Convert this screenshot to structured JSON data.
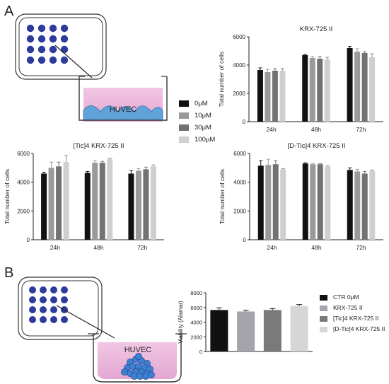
{
  "panels": {
    "a": "A",
    "b": "B"
  },
  "illustrations": {
    "label_top": "HUVEC",
    "label_bottom": "HUVEC"
  },
  "legend_a": [
    {
      "label": "0μM",
      "color": "#111111"
    },
    {
      "label": "10μM",
      "color": "#9a9a9a"
    },
    {
      "label": "30μM",
      "color": "#727272"
    },
    {
      "label": "100μM",
      "color": "#cfcfcf"
    }
  ],
  "legend_b": [
    {
      "label": "CTR 0μM",
      "color": "#111111"
    },
    {
      "label": "KRX-725 II",
      "color": "#a5a3ab"
    },
    {
      "label": "[Tic]4 KRX-725 II",
      "color": "#7a7a7a"
    },
    {
      "label": "[D-Tic]4 KRX-725 II",
      "color": "#d6d6d6"
    }
  ],
  "chart_data": [
    {
      "id": "krx",
      "type": "bar",
      "title": "KRX-725 II",
      "ylabel": "Total number of cells",
      "xlabel": "",
      "categories": [
        "24h",
        "48h",
        "72h"
      ],
      "ylim": [
        0,
        6000
      ],
      "yticks": [
        0,
        2000,
        4000,
        6000
      ],
      "series": [
        {
          "name": "0μM",
          "values": [
            3650,
            4700,
            5200
          ],
          "errors": [
            150,
            60,
            120
          ]
        },
        {
          "name": "10μM",
          "values": [
            3500,
            4500,
            4950
          ],
          "errors": [
            200,
            100,
            200
          ]
        },
        {
          "name": "30μM",
          "values": [
            3600,
            4450,
            4850
          ],
          "errors": [
            150,
            150,
            100
          ]
        },
        {
          "name": "100μM",
          "values": [
            3600,
            4400,
            4550
          ],
          "errors": [
            150,
            150,
            250
          ]
        }
      ],
      "grid": false
    },
    {
      "id": "tic",
      "type": "bar",
      "title": "[Tic]4 KRX-725 II",
      "ylabel": "Total number of cells",
      "xlabel": "",
      "categories": [
        "24h",
        "48h",
        "72h"
      ],
      "ylim": [
        0,
        6000
      ],
      "yticks": [
        0,
        2000,
        4000,
        6000
      ],
      "series": [
        {
          "name": "0μM",
          "values": [
            4600,
            4650,
            4600
          ],
          "errors": [
            100,
            100,
            200
          ]
        },
        {
          "name": "10μM",
          "values": [
            5000,
            5350,
            4800
          ],
          "errors": [
            400,
            150,
            150
          ]
        },
        {
          "name": "30μM",
          "values": [
            5100,
            5350,
            4900
          ],
          "errors": [
            300,
            100,
            150
          ]
        },
        {
          "name": "100μM",
          "values": [
            5400,
            5600,
            5100
          ],
          "errors": [
            450,
            50,
            100
          ]
        }
      ],
      "grid": false
    },
    {
      "id": "dtic",
      "type": "bar",
      "title": "[D-Tic]4 KRX-725 II",
      "ylabel": "Total number of cells",
      "xlabel": "",
      "categories": [
        "24h",
        "48h",
        "72h"
      ],
      "ylim": [
        0,
        6000
      ],
      "yticks": [
        0,
        2000,
        4000,
        6000
      ],
      "series": [
        {
          "name": "0μM",
          "values": [
            5150,
            5300,
            4850
          ],
          "errors": [
            350,
            50,
            150
          ]
        },
        {
          "name": "10μM",
          "values": [
            5200,
            5250,
            4750
          ],
          "errors": [
            400,
            50,
            150
          ]
        },
        {
          "name": "30μM",
          "values": [
            5250,
            5250,
            4600
          ],
          "errors": [
            250,
            50,
            150
          ]
        },
        {
          "name": "100μM",
          "values": [
            4900,
            5100,
            4800
          ],
          "errors": [
            50,
            50,
            50
          ]
        }
      ],
      "grid": false
    },
    {
      "id": "viab",
      "type": "bar",
      "title": "",
      "ylabel": "Viability (Alamar)",
      "xlabel": "",
      "categories": [
        "CTR 0μM",
        "KRX-725 II",
        "[Tic]4 KRX-725 II",
        "[D-Tic]4 KRX-725 II"
      ],
      "ylim": [
        0,
        8000
      ],
      "yticks": [
        0,
        2000,
        4000,
        6000,
        8000
      ],
      "values": [
        5650,
        5450,
        5650,
        6200
      ],
      "errors": [
        300,
        150,
        200,
        200
      ],
      "grid": false
    }
  ]
}
